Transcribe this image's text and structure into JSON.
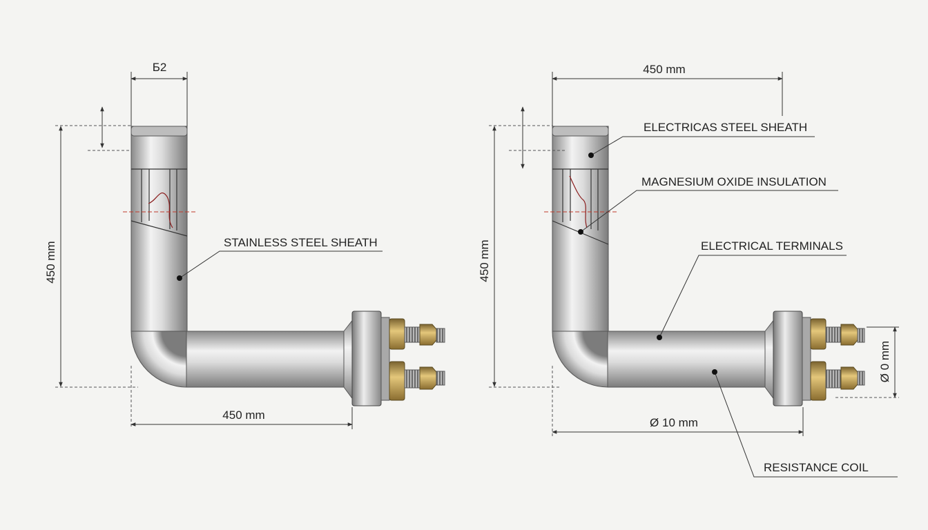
{
  "left_view": {
    "dim_top": "Б2",
    "dim_height": "450 mm",
    "dim_bottom": "450 mm",
    "label_sheath": "STAINLESS STEEL SHEATH"
  },
  "right_view": {
    "dim_top": "450 mm",
    "dim_height": "450 mm",
    "dim_bottom": "Ø 10 mm",
    "dim_terminal": "Ø 0 mm",
    "label_sheath": "ELECTRICAS STEEL SHEATH",
    "label_insulation": "MAGNESIUM OXIDE INSULATION",
    "label_terminals": "ELECTRICAL TERMINALS",
    "label_coil": "RESISTANCE COIL"
  },
  "colors": {
    "steel_light": "#f5f5f5",
    "steel_dark": "#8e8e8e",
    "brass": "#c9a85a"
  }
}
